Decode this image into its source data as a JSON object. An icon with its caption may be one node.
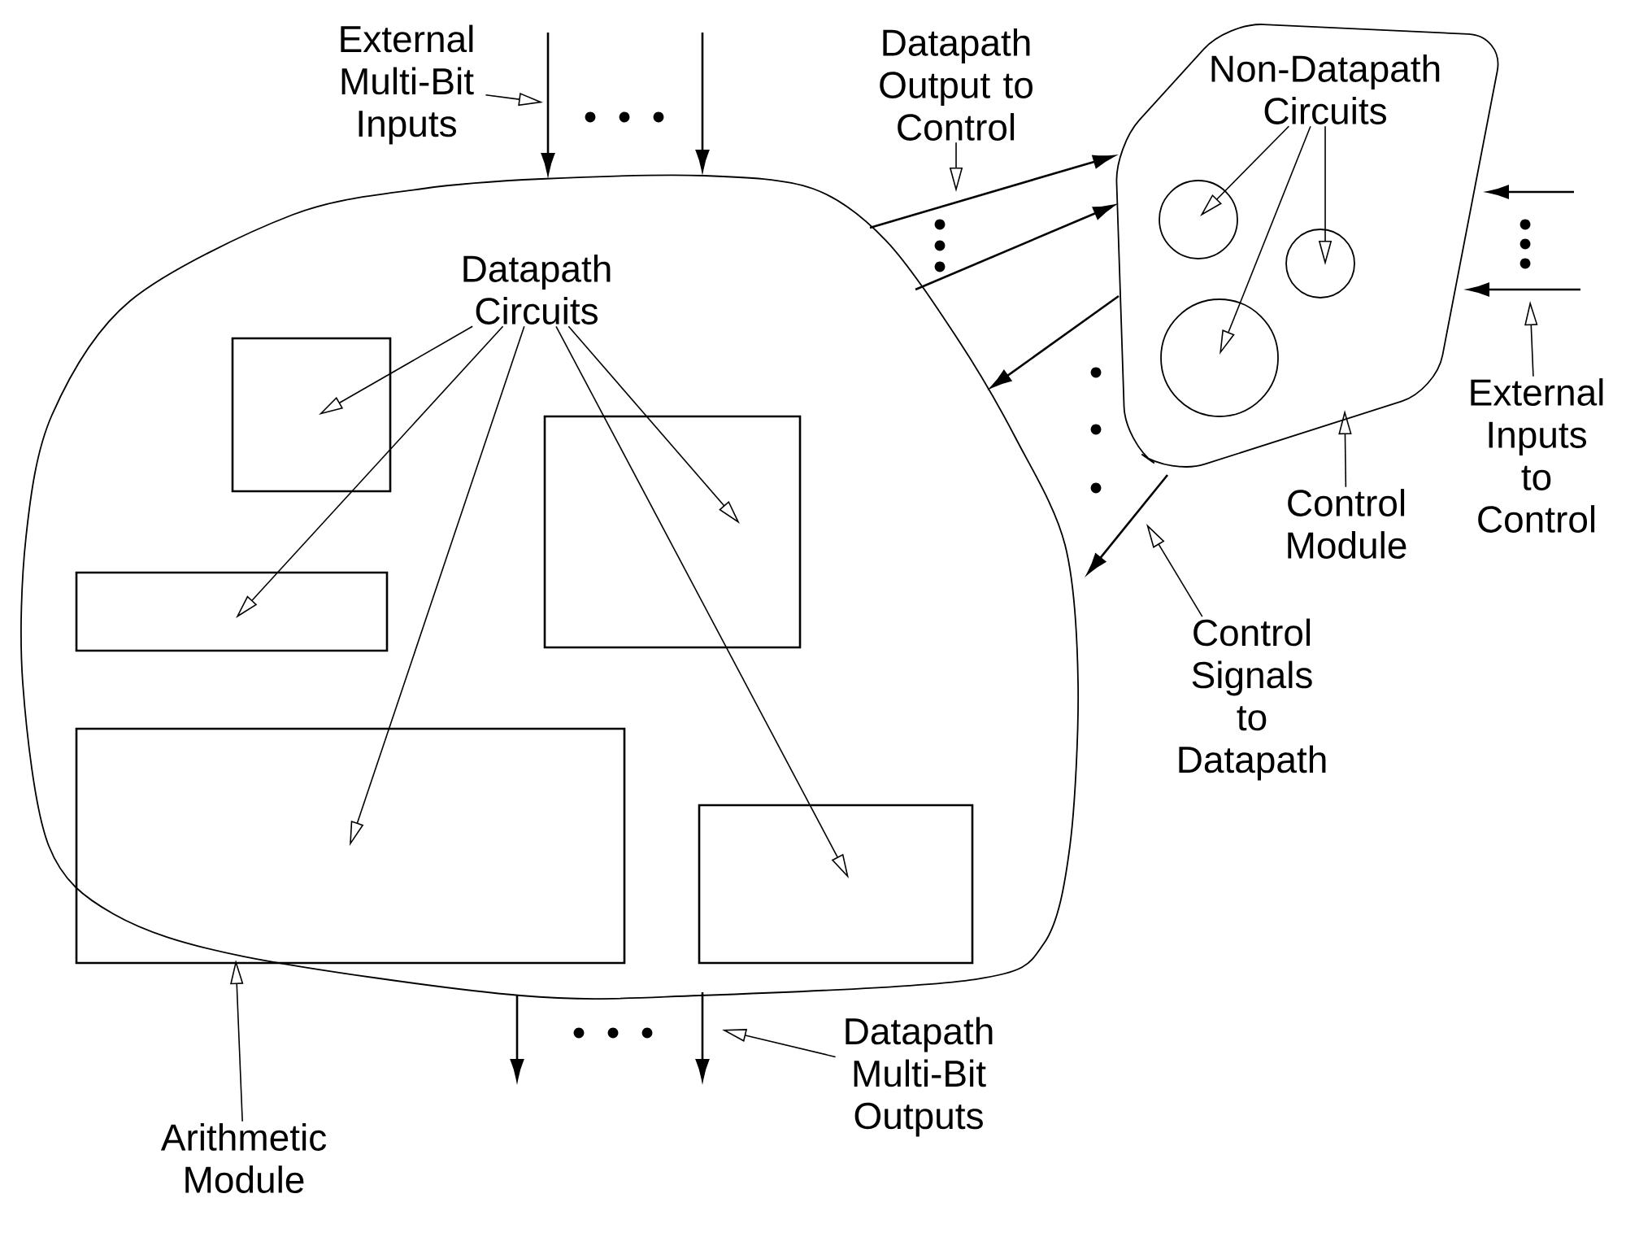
{
  "diagram": {
    "nodes": [
      {
        "text": [],
        "shape": "blob"
      },
      {
        "text": [
          "Datapath Circuits"
        ],
        "in": 0
      },
      {
        "text": [],
        "shape": "box",
        "in": 0
      },
      {
        "text": [],
        "shape": "box",
        "in": 0
      },
      {
        "text": [],
        "shape": "box",
        "in": 0
      },
      {
        "text": [],
        "shape": "box",
        "in": 0
      },
      {
        "text": [],
        "shape": "box",
        "in": 0
      },
      {
        "text": [],
        "shape": "blob"
      },
      {
        "text": [
          "Non-Datapath Circuits"
        ],
        "in": 7
      },
      {
        "text": [],
        "shape": "circle",
        "in": 7
      },
      {
        "text": [],
        "shape": "circle",
        "in": 7
      },
      {
        "text": [],
        "shape": "circle",
        "in": 7
      },
      {
        "text": [
          "External Multi-Bit Inputs"
        ]
      },
      {
        "text": [
          "Datapath Output to Control"
        ]
      },
      {
        "text": [
          "External Inputs to Control"
        ]
      },
      {
        "text": [
          "Control Module"
        ]
      },
      {
        "text": [
          "Control Signals to Datapath"
        ]
      },
      {
        "text": [
          "Arithmetic Module"
        ]
      },
      {
        "text": [
          "Datapath Multi-Bit Outputs"
        ]
      }
    ],
    "edges": [
      {
        "from": null,
        "to": 0,
        "arrow": "to"
      },
      {
        "from": null,
        "to": 0,
        "arrow": "to"
      },
      {
        "from": 0,
        "to": 7,
        "arrow": "to"
      },
      {
        "from": 0,
        "to": 7,
        "arrow": "to"
      },
      {
        "from": 7,
        "to": 0,
        "arrow": "to"
      },
      {
        "from": 7,
        "to": 0,
        "arrow": "to"
      },
      {
        "from": null,
        "to": 7,
        "arrow": "to"
      },
      {
        "from": null,
        "to": 7,
        "arrow": "to"
      },
      {
        "from": 0,
        "to": null,
        "arrow": "to"
      },
      {
        "from": 0,
        "to": null,
        "arrow": "to"
      },
      {
        "from": 12,
        "to": null,
        "arrow": "to"
      },
      {
        "from": 13,
        "to": null,
        "arrow": "to"
      },
      {
        "from": 8,
        "to": 9,
        "arrow": "to"
      },
      {
        "from": 8,
        "to": 10,
        "arrow": "to"
      },
      {
        "from": 8,
        "to": 11,
        "arrow": "to"
      },
      {
        "from": 14,
        "to": null,
        "arrow": "to"
      },
      {
        "from": 15,
        "to": 7,
        "arrow": "to"
      },
      {
        "from": 16,
        "to": null,
        "arrow": "to"
      },
      {
        "from": 17,
        "to": 0,
        "arrow": "to"
      },
      {
        "from": 18,
        "to": null,
        "arrow": "to"
      },
      {
        "from": 1,
        "to": 2,
        "arrow": "to"
      },
      {
        "from": 1,
        "to": 3,
        "arrow": "to"
      },
      {
        "from": 1,
        "to": 4,
        "arrow": "to"
      },
      {
        "from": 1,
        "to": 5,
        "arrow": "to"
      },
      {
        "from": 1,
        "to": 6,
        "arrow": "to"
      }
    ]
  }
}
